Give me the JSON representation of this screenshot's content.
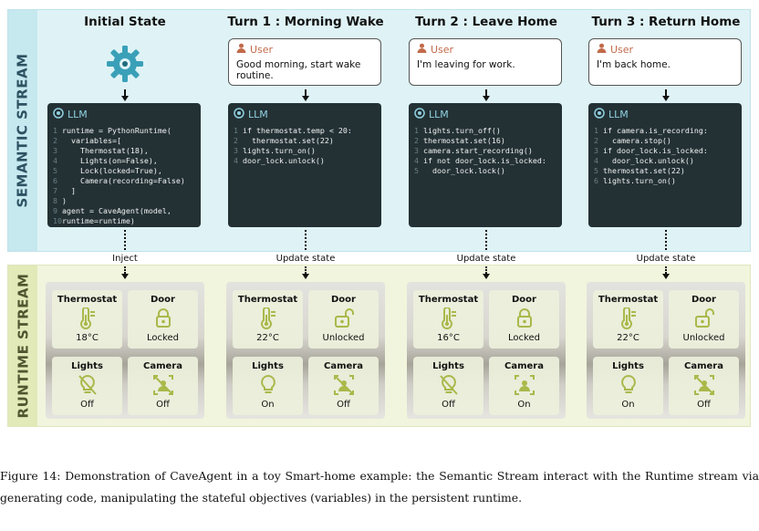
{
  "streams": {
    "semantic": "SEMANTIC STREAM",
    "runtime": "RUNTIME STREAM"
  },
  "labels": {
    "user": "User",
    "llm": "LLM"
  },
  "colors": {
    "semantic_bg": "#dff3f6",
    "runtime_bg": "#f1f5dd",
    "code_bg": "#233135",
    "icon": "#aab84a",
    "gear": "#3aa0b8"
  },
  "columns": [
    {
      "title": "Initial State",
      "user": null,
      "code": [
        "runtime = PythonRuntime(",
        "  variables=[",
        "    Thermostat(18),",
        "    Lights(on=False),",
        "    Lock(locked=True),",
        "    Camera(recording=False)",
        "  ]",
        ")",
        "agent = CaveAgent(model,",
        "runtime=runtime)"
      ],
      "step": "Inject",
      "devices": {
        "thermostat": "18°C",
        "door": "Locked",
        "lights": "Off",
        "camera": "Off"
      }
    },
    {
      "title": "Turn 1 : Morning Wake",
      "user": "Good morning, start wake routine.",
      "code": [
        "if thermostat.temp < 20:",
        "  thermostat.set(22)",
        "lights.turn_on()",
        "door_lock.unlock()"
      ],
      "step": "Update state",
      "devices": {
        "thermostat": "22°C",
        "door": "Unlocked",
        "lights": "On",
        "camera": "Off"
      }
    },
    {
      "title": "Turn 2 : Leave Home",
      "user": "I'm leaving for work.",
      "code": [
        "lights.turn_off()",
        "thermostat.set(16)",
        "camera.start_recording()",
        "if not door_lock.is_locked:",
        "  door_lock.lock()"
      ],
      "step": "Update state",
      "devices": {
        "thermostat": "16°C",
        "door": "Locked",
        "lights": "Off",
        "camera": "On"
      }
    },
    {
      "title": "Turn 3 : Return Home",
      "user": "I'm back home.",
      "code": [
        "if camera.is_recording:",
        "  camera.stop()",
        "if door_lock.is_locked:",
        "  door_lock.unlock()",
        "thermostat.set(22)",
        "lights.turn_on()"
      ],
      "step": "Update state",
      "devices": {
        "thermostat": "22°C",
        "door": "Unlocked",
        "lights": "On",
        "camera": "Off"
      }
    }
  ],
  "device_titles": {
    "thermostat": "Thermostat",
    "door": "Door",
    "lights": "Lights",
    "camera": "Camera"
  },
  "caption": "Figure 14: Demonstration of CaveAgent in a toy Smart-home example: the Semantic Stream interact with the Runtime stream via generating code, manipulating the stateful objectives (variables) in the persistent runtime."
}
